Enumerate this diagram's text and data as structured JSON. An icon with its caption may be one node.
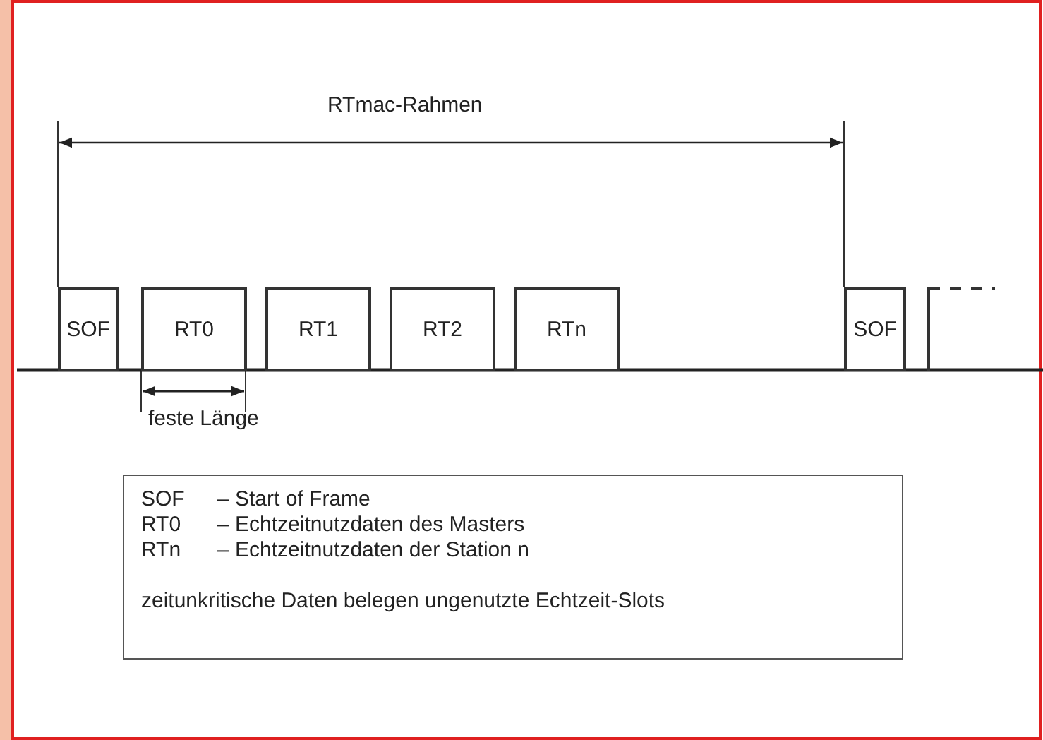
{
  "diagram": {
    "nodes": [
      {
        "text": [
          "SOF"
        ]
      },
      {
        "text": [
          "RT0"
        ]
      },
      {
        "text": [
          "RT1"
        ]
      },
      {
        "text": [
          "RT2"
        ]
      },
      {
        "text": [
          "RTn"
        ]
      },
      {
        "text": [
          "SOF"
        ]
      },
      {
        "text": [],
        "shape": "box"
      },
      {
        "text": [
          "SOF",
          "– Start of Frame",
          "RT0",
          "– Echtzeitnutzdaten des Masters",
          "RTn",
          "– Echtzeitnutzdaten der Station n",
          "zeitunkritische Daten belegen ungenutzte Echtzeit-Slots"
        ]
      }
    ],
    "labels": [
      "RTmac-Rahmen",
      "feste Länge"
    ]
  }
}
